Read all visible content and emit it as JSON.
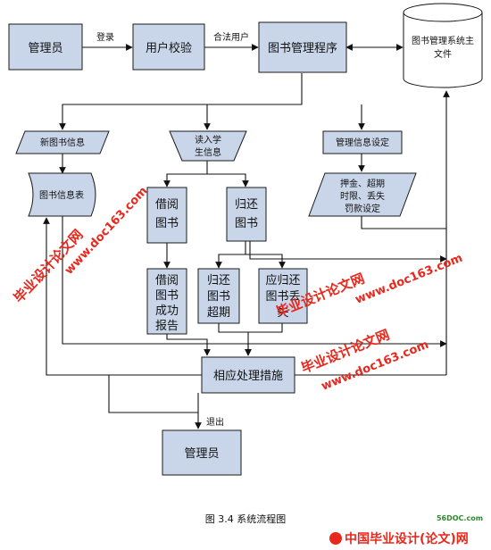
{
  "nodes": {
    "admin_top": "管理员",
    "user_check": "用户校验",
    "book_program": "图书管理程序",
    "main_file_l1": "图书管理系统主",
    "main_file_l2": "文件",
    "new_book_info": "新图书信息",
    "read_student_l1": "读入学",
    "read_student_l2": "生信息",
    "mgmt_info_setting": "管理信息设定",
    "book_info_table": "图书信息表",
    "deposit_l1": "押金、超期",
    "deposit_l2": "时限、丢失",
    "deposit_l3": "罚款设定",
    "borrow_l1": "借阅",
    "borrow_l2": "图书",
    "return_l1": "归还",
    "return_l2": "图书",
    "borrow_ok_l1": "借阅",
    "borrow_ok_l2": "图书",
    "borrow_ok_l3": "成功",
    "borrow_ok_l4": "报告",
    "return_overdue_l1": "归还",
    "return_overdue_l2": "图书",
    "return_overdue_l3": "超期",
    "return_lost_l1": "应归还",
    "return_lost_l2": "图书丢",
    "return_lost_l3": "失",
    "handling": "相应处理措施",
    "admin_bottom": "管理员"
  },
  "edge_labels": {
    "login": "登录",
    "valid_user": "合法用户",
    "exit": "退出"
  },
  "caption": "图 3.4 系统流程图",
  "watermarks": {
    "wm1": "毕业设计论文网",
    "wm2": "www.doc163.com",
    "wm3": "毕业设计论文网",
    "wm4": "www.doc163.com",
    "wm5": "毕业设计论文网",
    "wm6": "www.doc163.com",
    "footer_logo": "中国毕业设计(论文)网",
    "footer_url": "56DOC.com"
  },
  "colors": {
    "box_fill": "#c9d6ea",
    "line": "#111111",
    "watermark_red": "#e8271d",
    "footer_red": "#e8271d"
  }
}
